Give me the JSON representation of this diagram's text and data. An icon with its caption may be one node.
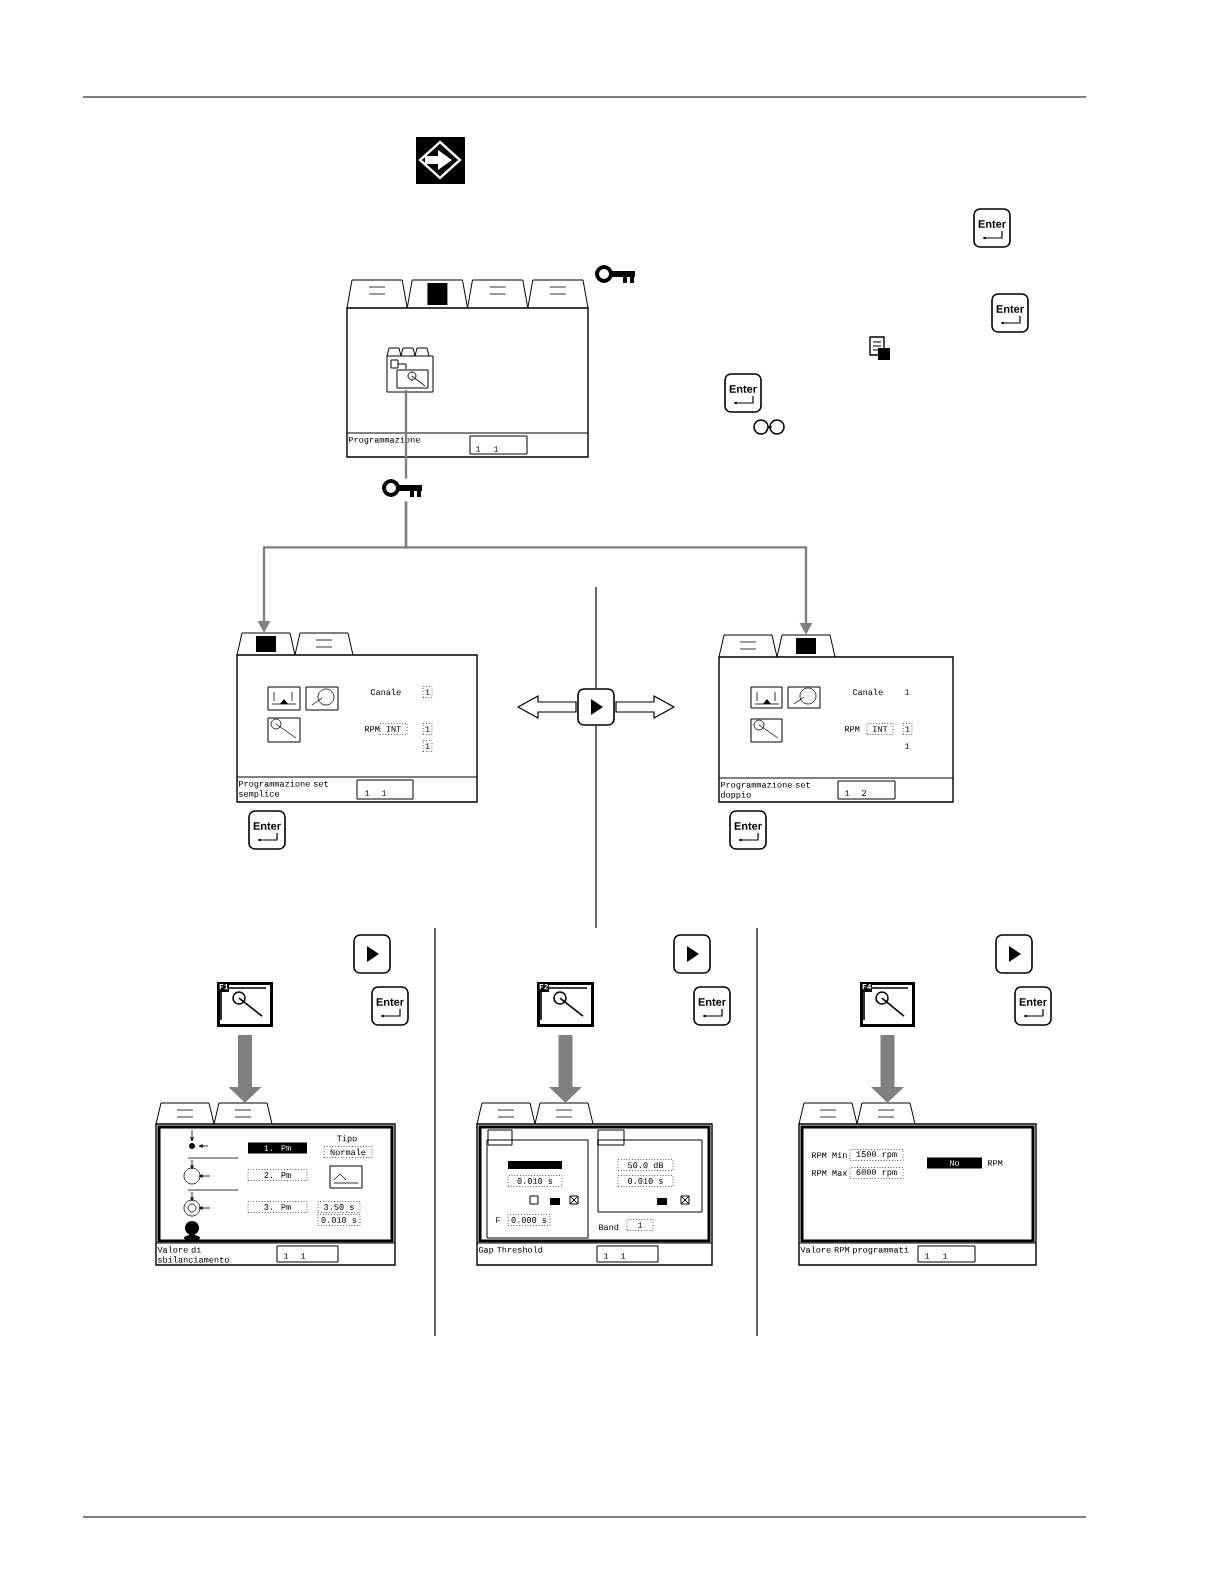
{
  "diagram": {
    "nodes": [
      {
        "text": [
          "Programmazione",
          "1",
          "1"
        ]
      },
      {
        "text": [],
        "shape": "key"
      },
      {
        "text": [
          "Canale",
          "1",
          "RPM",
          "INT",
          "1",
          "1",
          "Programmazione set semplice",
          "1",
          "1"
        ]
      },
      {
        "text": [
          "Canale",
          "1",
          "RPM",
          "INT",
          "1",
          "1",
          "Programmazione set doppio",
          "1",
          "2"
        ]
      },
      {
        "text": [
          "F1"
        ]
      },
      {
        "text": [
          "F2"
        ]
      },
      {
        "text": [
          "F4"
        ]
      },
      {
        "text": [
          "Tipo",
          "Normale",
          "1. Pm",
          "2. Pm",
          "3. Pm",
          "3.50 s",
          "0.010 s",
          "Valore di sbilanciamento",
          "1",
          "1"
        ]
      },
      {
        "text": [
          "0.010 s",
          "F",
          "0.000 s",
          "50.0 dB",
          "0.010 s",
          "Band",
          "1",
          "Gap Threshold",
          "1",
          "1"
        ]
      },
      {
        "text": [
          "RPM Min",
          "1500 rpm",
          "RPM Max",
          "6000 rpm",
          "No",
          "RPM",
          "Valore RPM programmati",
          "1",
          "1"
        ]
      }
    ],
    "edges": [
      {
        "from": 0,
        "to": 1,
        "arrow": "none"
      },
      {
        "from": 1,
        "to": 2,
        "arrow": "to"
      },
      {
        "from": 1,
        "to": 3,
        "arrow": "to"
      },
      {
        "from": 4,
        "to": 7,
        "arrow": "to",
        "style": "thick"
      },
      {
        "from": 5,
        "to": 8,
        "arrow": "to",
        "style": "thick"
      },
      {
        "from": 6,
        "to": 9,
        "arrow": "to",
        "style": "thick"
      }
    ],
    "labels": [
      "Enter",
      "Enter",
      "Enter",
      "Enter",
      "Enter",
      "Enter",
      "Enter",
      "Enter"
    ]
  }
}
